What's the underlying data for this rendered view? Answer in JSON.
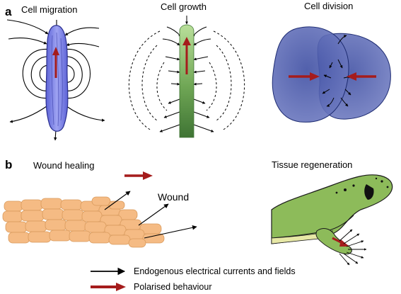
{
  "panels": {
    "a": {
      "letter": "a",
      "titles": {
        "migration": "Cell migration",
        "growth": "Cell growth",
        "division": "Cell division"
      }
    },
    "b": {
      "letter": "b",
      "titles": {
        "wound_healing": "Wound healing",
        "wound": "Wound",
        "regeneration": "Tissue regeneration"
      }
    }
  },
  "legend": {
    "currents": "Endogenous electrical currents and fields",
    "polarised": "Polarised behaviour"
  },
  "colors": {
    "polarised_arrow": "#a51c1c",
    "current_arrow": "#000000",
    "migrating_cell": "#7a7fe6",
    "growing_cell": "#4e8a3e",
    "dividing_cell": "#4a59a8",
    "wound_tissue": "#f5bb84",
    "salamander": "#8dbb5a"
  }
}
